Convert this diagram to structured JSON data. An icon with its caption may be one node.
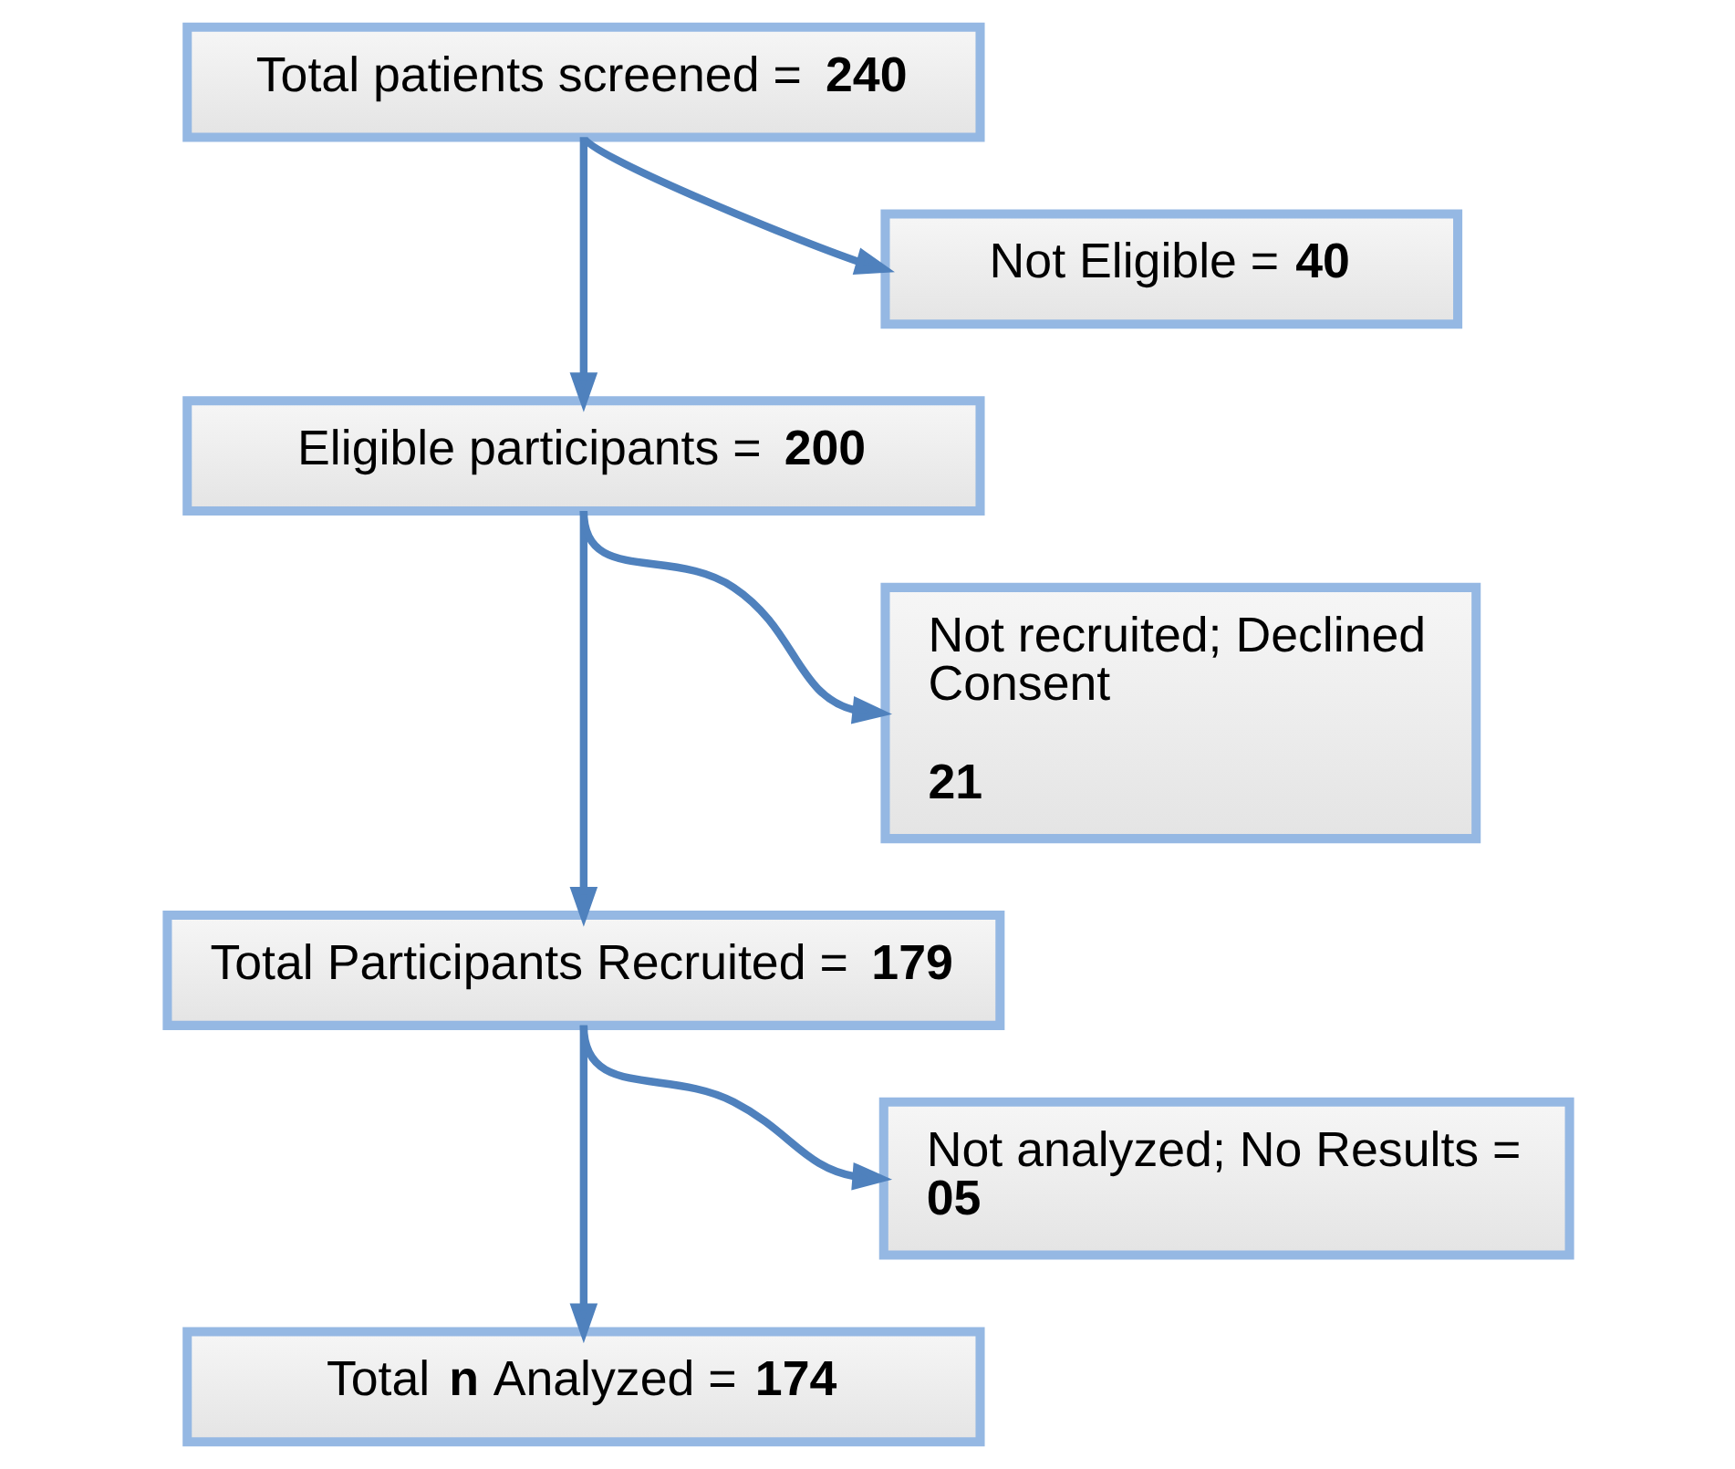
{
  "diagram": {
    "nodes": [
      {
        "text": [
          "Total patients screened = **240**"
        ]
      },
      {
        "text": [
          "Not Eligible = **40**"
        ]
      },
      {
        "text": [
          "Eligible participants = **200**"
        ]
      },
      {
        "text": [
          "Not recruited; Declined Consent",
          "**21**"
        ]
      },
      {
        "text": [
          "Total Participants Recruited = **179**"
        ]
      },
      {
        "text": [
          "Not analyzed; No Results = **05**"
        ]
      },
      {
        "text": [
          "Total **n** Analyzed = **174**"
        ]
      }
    ],
    "edges": [
      {
        "from": 0,
        "to": 1,
        "arrow": "to"
      },
      {
        "from": 0,
        "to": 2,
        "arrow": "to"
      },
      {
        "from": 2,
        "to": 3,
        "arrow": "to"
      },
      {
        "from": 2,
        "to": 4,
        "arrow": "to"
      },
      {
        "from": 4,
        "to": 5,
        "arrow": "to"
      },
      {
        "from": 4,
        "to": 6,
        "arrow": "to"
      }
    ]
  }
}
